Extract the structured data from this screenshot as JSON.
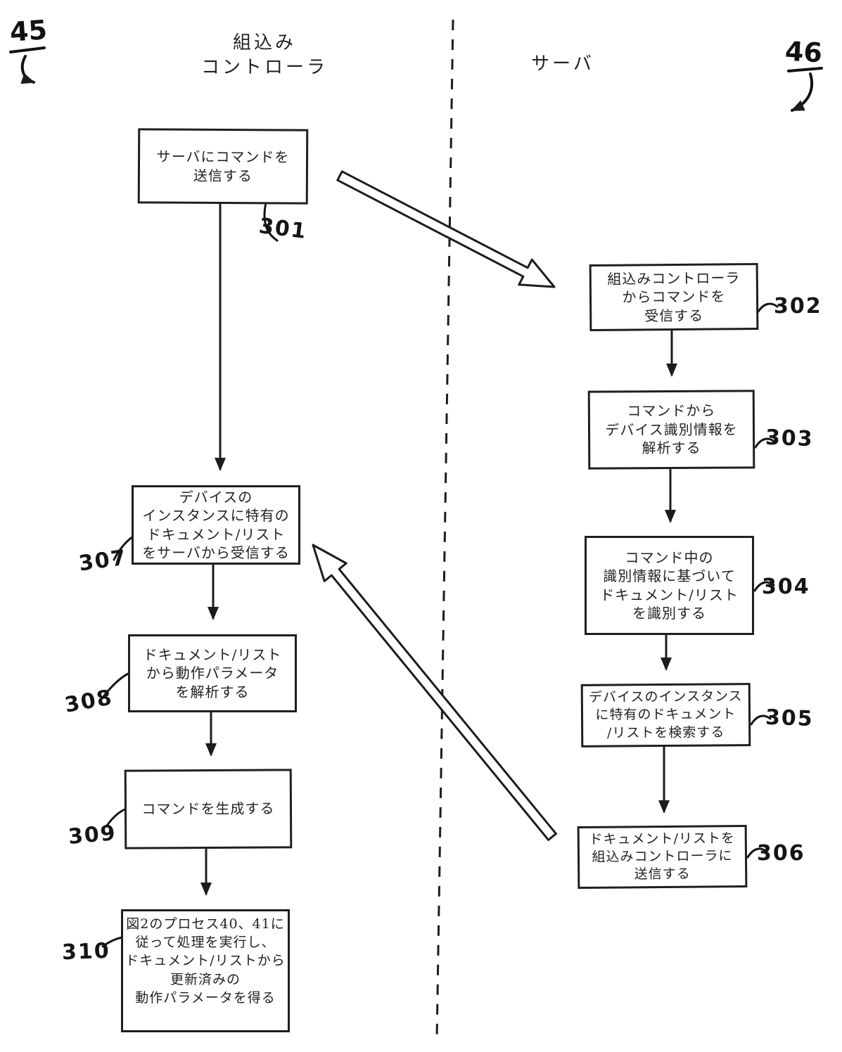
{
  "figure": {
    "fig_ref_left": "45",
    "fig_ref_right": "46",
    "lane_left_title": "組込み\nコントローラ",
    "lane_right_title": "サーバ"
  },
  "steps": {
    "s301": {
      "ref": "301",
      "text": "サーバにコマンドを\n送信する"
    },
    "s302": {
      "ref": "302",
      "text": "組込みコントローラ\nからコマンドを\n受信する"
    },
    "s303": {
      "ref": "303",
      "text": "コマンドから\nデバイス識別情報を\n解析する"
    },
    "s304": {
      "ref": "304",
      "text": "コマンド中の\n識別情報に基づいて\nドキュメント/リスト\nを識別する"
    },
    "s305": {
      "ref": "305",
      "text": "デバイスのインスタンス\nに特有のドキュメント\n/リストを検索する"
    },
    "s306": {
      "ref": "306",
      "text": "ドキュメント/リストを\n組込みコントローラに\n送信する"
    },
    "s307": {
      "ref": "307",
      "text": "デバイスの\nインスタンスに特有の\nドキュメント/リスト\nをサーバから受信する"
    },
    "s308": {
      "ref": "308",
      "text": "ドキュメント/リスト\nから動作パラメータ\nを解析する"
    },
    "s309": {
      "ref": "309",
      "text": "コマンドを生成する"
    },
    "s310": {
      "ref": "310",
      "text": "図2のプロセス40、41に\n従って処理を実行し、\nドキュメント/リストから\n更新済みの\n動作パラメータを得る"
    }
  },
  "colors": {
    "ink": "#1c1c1c",
    "background": "#ffffff"
  }
}
